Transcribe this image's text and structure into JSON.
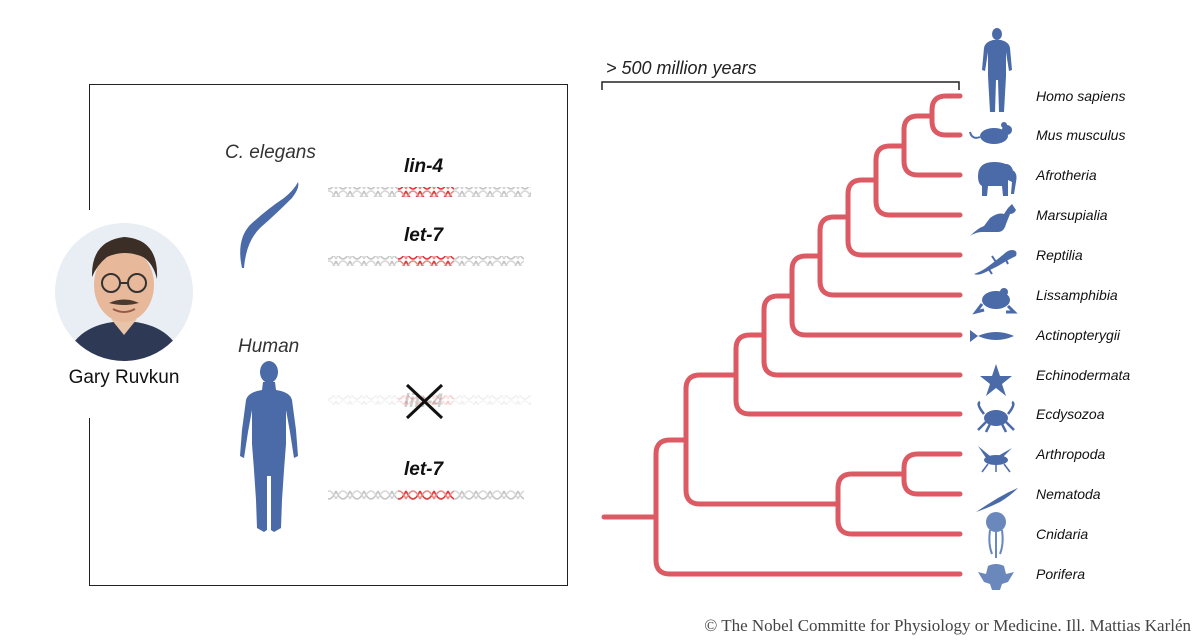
{
  "left_panel": {
    "person_name": "Gary Ruvkun",
    "organism_worm": "C. elegans",
    "organism_human": "Human",
    "genes": [
      {
        "name": "lin-4",
        "present": true
      },
      {
        "name": "let-7",
        "present": true
      },
      {
        "name": "lin-4",
        "present": false
      },
      {
        "name": "let-7",
        "present": true
      }
    ]
  },
  "tree": {
    "scale_label": "> 500 million years",
    "taxa": [
      {
        "name": "Homo sapiens",
        "icon": "human-silhouette-icon"
      },
      {
        "name": "Mus musculus",
        "icon": "mouse-icon"
      },
      {
        "name": "Afrotheria",
        "icon": "elephant-icon"
      },
      {
        "name": "Marsupialia",
        "icon": "kangaroo-icon"
      },
      {
        "name": "Reptilia",
        "icon": "lizard-icon"
      },
      {
        "name": "Lissamphibia",
        "icon": "frog-icon"
      },
      {
        "name": "Actinopterygii",
        "icon": "fish-icon"
      },
      {
        "name": "Echinodermata",
        "icon": "starfish-icon"
      },
      {
        "name": "Ecdysozoa",
        "icon": "crab-icon"
      },
      {
        "name": "Arthropoda",
        "icon": "fly-icon"
      },
      {
        "name": "Nematoda",
        "icon": "worm-icon"
      },
      {
        "name": "Cnidaria",
        "icon": "jellyfish-icon"
      },
      {
        "name": "Porifera",
        "icon": "sponge-icon"
      }
    ]
  },
  "credit": "© The Nobel Committe for Physiology or Medicine. Ill. Mattias Karlén",
  "colors": {
    "tree": "#dc5a63",
    "silhouette": "#4a6aa8",
    "dna_grey": "#c8c8c8",
    "dna_red": "#e03a3a"
  }
}
